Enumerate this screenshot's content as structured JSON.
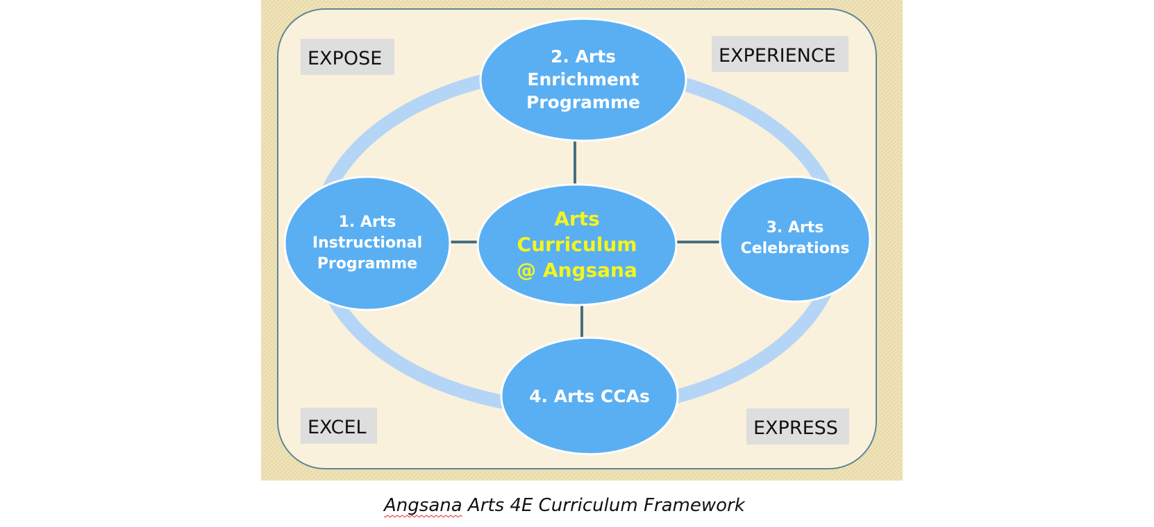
{
  "colors": {
    "outer_background": "#efe3b8",
    "panel_fill": "#faf1dc",
    "panel_border": "#5e8596",
    "ring": "#b5d5f6",
    "node_fill": "#5aaff2",
    "node_text": "#ffffff",
    "center_text": "#f4f51d",
    "label_box": "#dedede",
    "connector": "#476e80"
  },
  "corners": {
    "top_left": "EXPOSE",
    "top_right": "EXPERIENCE",
    "bottom_left": "EXCEL",
    "bottom_right": "EXPRESS"
  },
  "center": {
    "lines": [
      "Arts",
      "Curriculum",
      "@ Angsana"
    ]
  },
  "nodes": {
    "instructional": {
      "lines": [
        "1. Arts",
        "Instructional",
        "Programme"
      ]
    },
    "enrichment": {
      "lines": [
        "2. Arts",
        "Enrichment",
        "Programme"
      ]
    },
    "celebrations": {
      "lines": [
        "3. Arts",
        "Celebrations"
      ]
    },
    "ccas": {
      "lines": [
        "4. Arts CCAs"
      ]
    }
  },
  "caption": {
    "first_word": "Angsana",
    "rest": " Arts 4E Curriculum Framework"
  }
}
